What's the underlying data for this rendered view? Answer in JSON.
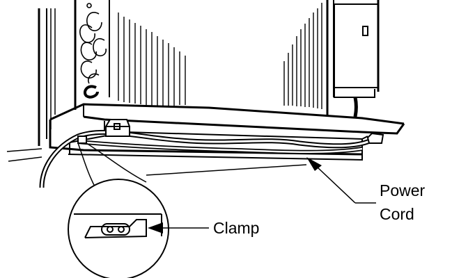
{
  "labels": {
    "power_cord_line1": "Power",
    "power_cord_line2": "Cord",
    "clamp": "Clamp"
  }
}
